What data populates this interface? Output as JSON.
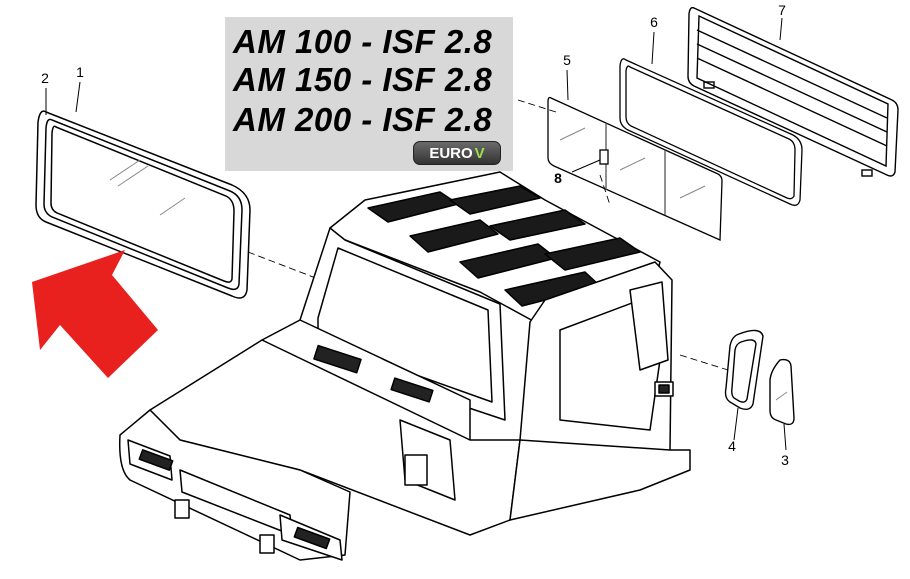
{
  "models": [
    "AM 100 - ISF 2.8",
    "AM 150 - ISF 2.8",
    "AM 200 - ISF 2.8"
  ],
  "emission_badge": {
    "prefix": "EURO",
    "suffix": "V"
  },
  "callouts": [
    "1",
    "2",
    "3",
    "4",
    "5",
    "6",
    "7",
    "8"
  ],
  "colors": {
    "arrow": "#e8201e",
    "model_box": "#d8d8d8",
    "line_art": "#000000",
    "glass": "#ffffff"
  },
  "icons": [
    "red-pointer-arrow"
  ]
}
